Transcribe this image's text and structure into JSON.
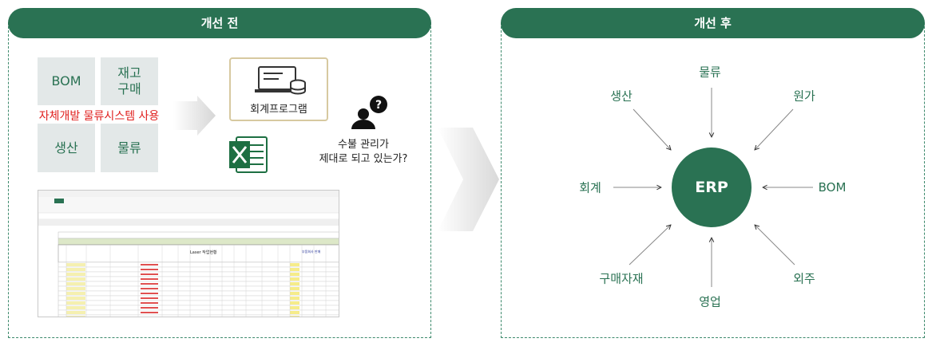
{
  "before": {
    "title": "개선 전",
    "boxes": {
      "bom": "BOM",
      "inventory_l1": "재고",
      "inventory_l2": "구매",
      "production": "생산",
      "logistics": "물류"
    },
    "caption": "자체개발 물류시스템 사용",
    "accounting_program": "회계프로그램",
    "question_l1": "수불 관리가",
    "question_l2": "제대로 되고 있는가?",
    "spreadsheet_title": "Laser 작업현황",
    "spreadsheet_right_title": "부품회사 판매"
  },
  "after": {
    "title": "개선 후",
    "center": "ERP",
    "nodes": {
      "logistics": "물류",
      "production": "생산",
      "cost": "원가",
      "accounting": "회계",
      "bom": "BOM",
      "purchasing": "구매자재",
      "outsourcing": "외주",
      "sales": "영업"
    }
  },
  "colors": {
    "brand_green": "#2a7253",
    "caption_red": "#e0201e",
    "box_gray": "#e3e8e8"
  },
  "icons": [
    "monitor-database-icon",
    "excel-icon",
    "user-question-icon",
    "arrow-right-icon",
    "chevron-right-icon"
  ]
}
